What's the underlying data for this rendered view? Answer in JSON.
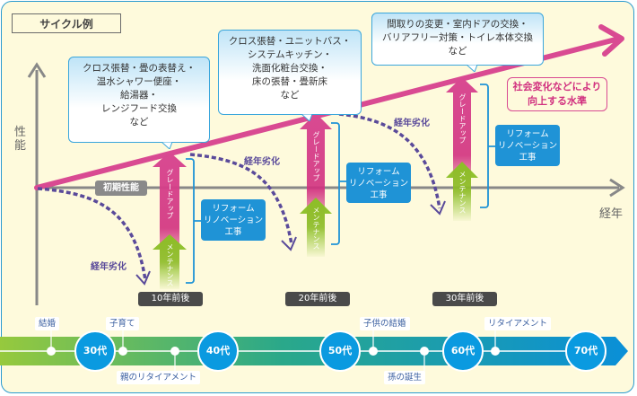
{
  "title": "サイクル例",
  "axes": {
    "y_label": "性能",
    "x_label": "経年"
  },
  "initial_performance_label": "初期性能",
  "social_level_label": [
    "社会変化などにより",
    "向上する水準"
  ],
  "aging_label": "経年劣化",
  "upgrade_label": "グレードアップ",
  "maintenance_label": "メンテナンス",
  "reform_label": [
    "リフォーム",
    "リノベーション",
    "工事"
  ],
  "stages": [
    {
      "decade_label": "10年前後",
      "callout": [
        "クロス張替・畳の表替え・",
        "温水シャワー便座・",
        "給湯器・",
        "レンジフード交換",
        "など"
      ]
    },
    {
      "decade_label": "20年前後",
      "callout": [
        "クロス張替・ユニットバス・",
        "システムキッチン・",
        "洗面化粧台交換・",
        "床の張替・畳新床",
        "など"
      ]
    },
    {
      "decade_label": "30年前後",
      "callout": [
        "間取りの変更・室内ドアの交換・",
        "バリアフリー対策・トイレ本体交換",
        "など"
      ]
    }
  ],
  "timeline": {
    "decades": [
      "30代",
      "40代",
      "50代",
      "60代",
      "70代"
    ],
    "events_above": [
      "結婚",
      "子育て",
      "子供の結婚",
      "リタイアメント"
    ],
    "events_below": [
      "親のリタイアメント",
      "孫の誕生"
    ]
  },
  "colors": {
    "frame_border": "#2b9bcf",
    "background": "#fefadc",
    "social_arrow": "#d94a92",
    "upgrade": "#d1307f",
    "maintenance": "#8cbf26",
    "reform": "#1f93d6",
    "aging": "#5a4a9a",
    "timeline_start": "#96c93d",
    "timeline_end": "#0a8fd8"
  }
}
